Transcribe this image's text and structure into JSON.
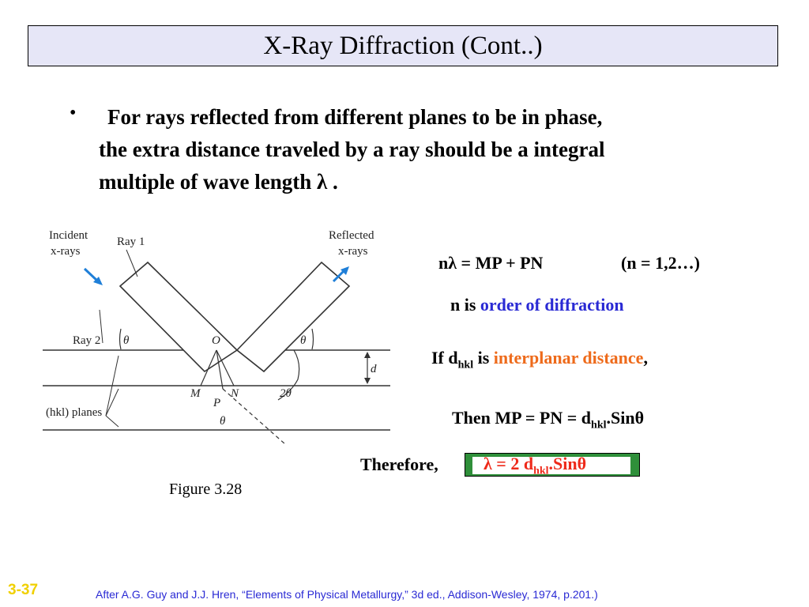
{
  "slide": {
    "title": "X-Ray Diffraction (Cont..)",
    "bullet": {
      "marker": "•",
      "lines": [
        "For rays reflected from different planes to be in phase,",
        "the extra distance traveled by a ray should be a integral",
        "multiple of wave length λ ."
      ]
    },
    "figure": {
      "labels": {
        "incident": [
          "Incident",
          "x-rays"
        ],
        "ray1": "Ray 1",
        "reflected": [
          "Reflected",
          "x-rays"
        ],
        "ray2": "Ray 2",
        "theta": "θ",
        "o": "O",
        "d": "d",
        "m": "M",
        "n": "N",
        "p": "P",
        "two_theta": "2θ",
        "planes": "(hkl) planes"
      },
      "caption": "Figure 3.28"
    },
    "equations": {
      "bragg": "nλ  = MP + PN",
      "n_range": "(n = 1,2…)",
      "n_is": "n  is",
      "order": "order of diffraction",
      "if_d": "If d",
      "hkl": "hkl",
      "is": "is",
      "interplanar": "interplanar distance",
      "comma": ",",
      "then": "Then MP = PN = d",
      "sin": ".Sinθ",
      "therefore": "Therefore,",
      "result_left": "λ  = 2 d",
      "result_right": ".Sinθ"
    },
    "slide_number": "3-37",
    "footnote": "After A.G. Guy and J.J. Hren, “Elements of Physical Metallurgy,” 3d ed., Addison-Wesley, 1974, p.201.)"
  },
  "colors": {
    "title_bg": "#e6e6f7",
    "blue_text": "#2a2ad4",
    "orange_text": "#ee6a1a",
    "red_text": "#ee2a1a",
    "result_border": "#2f8f3a",
    "slide_number": "#f0d000"
  }
}
